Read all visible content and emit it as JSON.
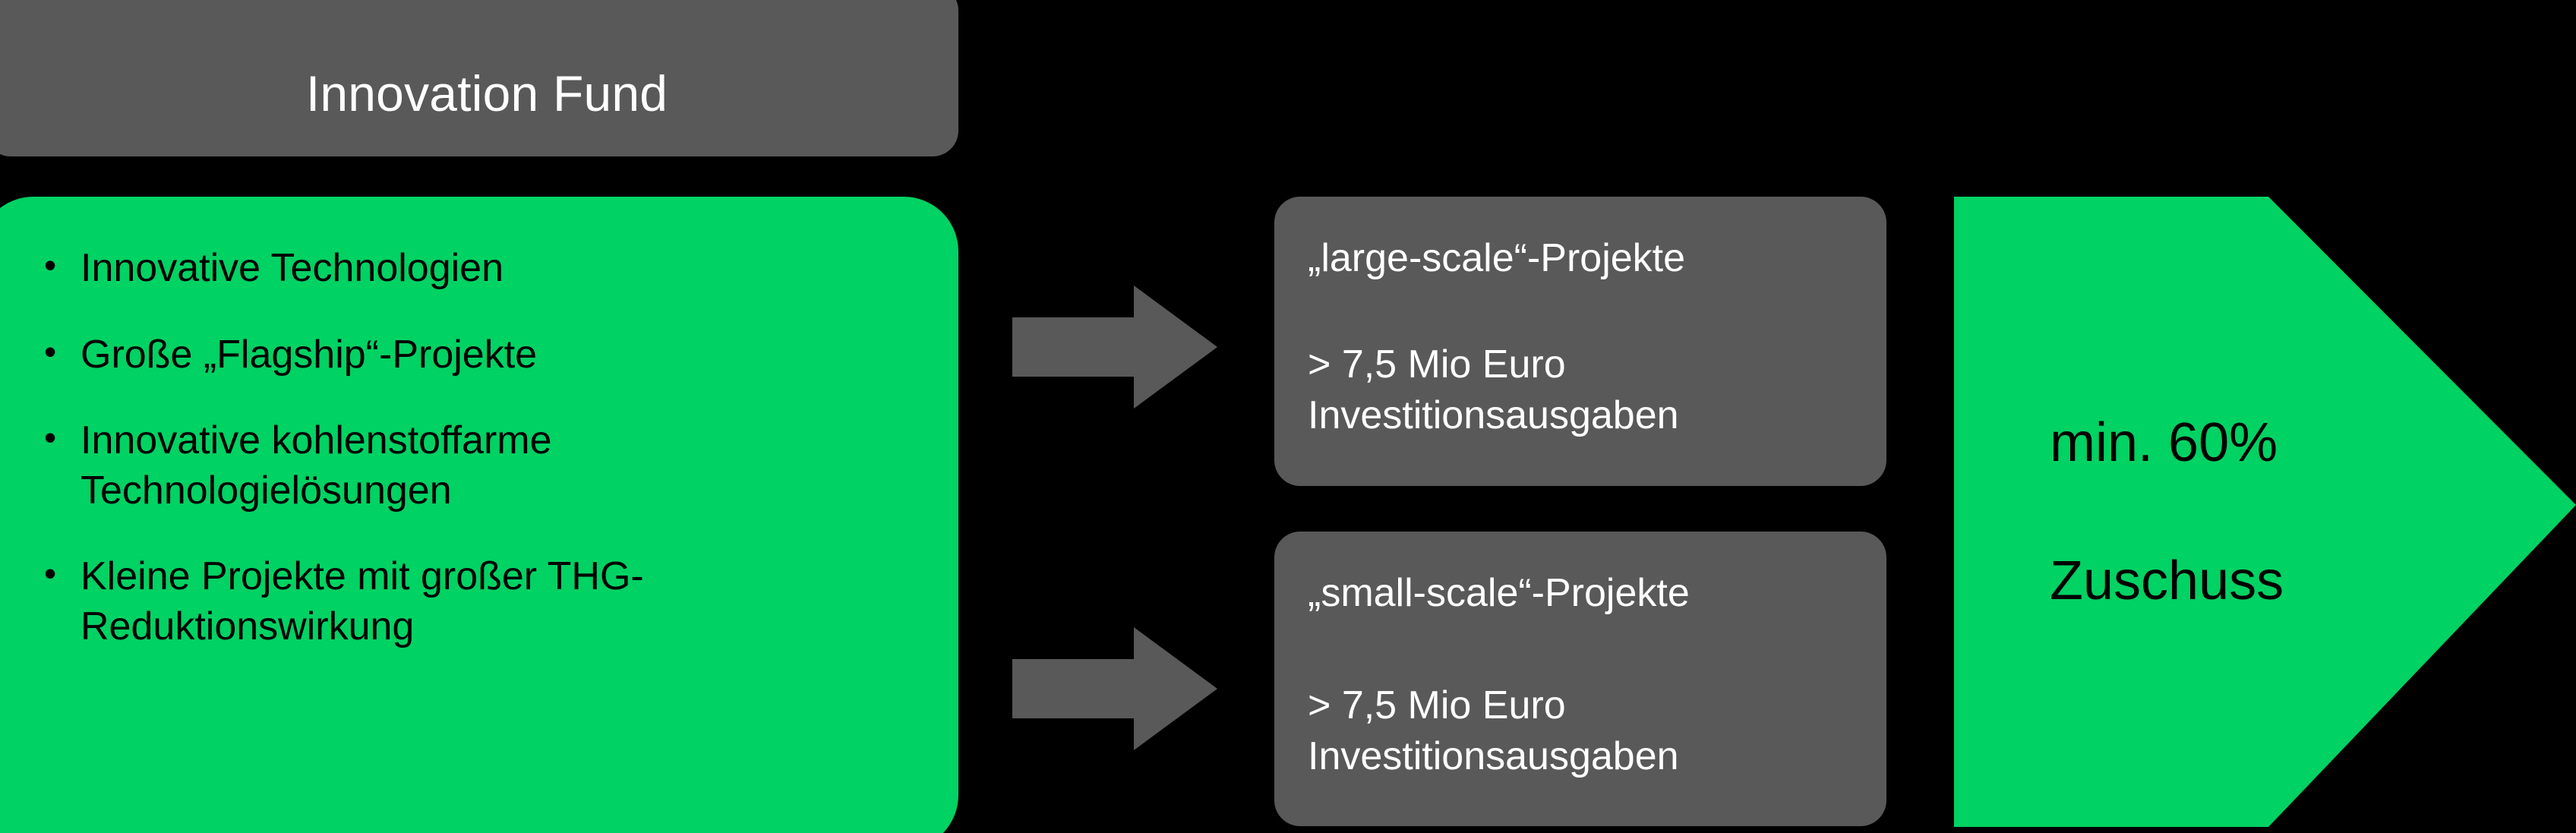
{
  "colors": {
    "background": "#000000",
    "grey_box": "#595959",
    "green_accent": "#00D263",
    "text_on_grey": "#ffffff",
    "text_on_green": "#000000"
  },
  "title": {
    "label": "Innovation Fund"
  },
  "criteria_panel": {
    "bullet_marker": "•",
    "items": [
      "Innovative Technologien",
      "Große „Flagship“-Projekte",
      "Innovative kohlenstoffarme Technologielösungen",
      "Kleine Projekte mit großer THG-Reduktionswirkung"
    ]
  },
  "flows": [
    {
      "arrow_name": "arrow-to-large-scale",
      "heading": "„large-scale“-Projekte",
      "threshold": "> 7,5 Mio Euro",
      "threshold_unit": "Investitionsausgaben"
    },
    {
      "arrow_name": "arrow-to-small-scale",
      "heading": "„small-scale“-Projekte",
      "threshold": "> 7,5 Mio Euro",
      "threshold_unit": "Investitionsausgaben"
    }
  ],
  "outcome": {
    "line1": "min. 60%",
    "line2": "Zuschuss"
  }
}
